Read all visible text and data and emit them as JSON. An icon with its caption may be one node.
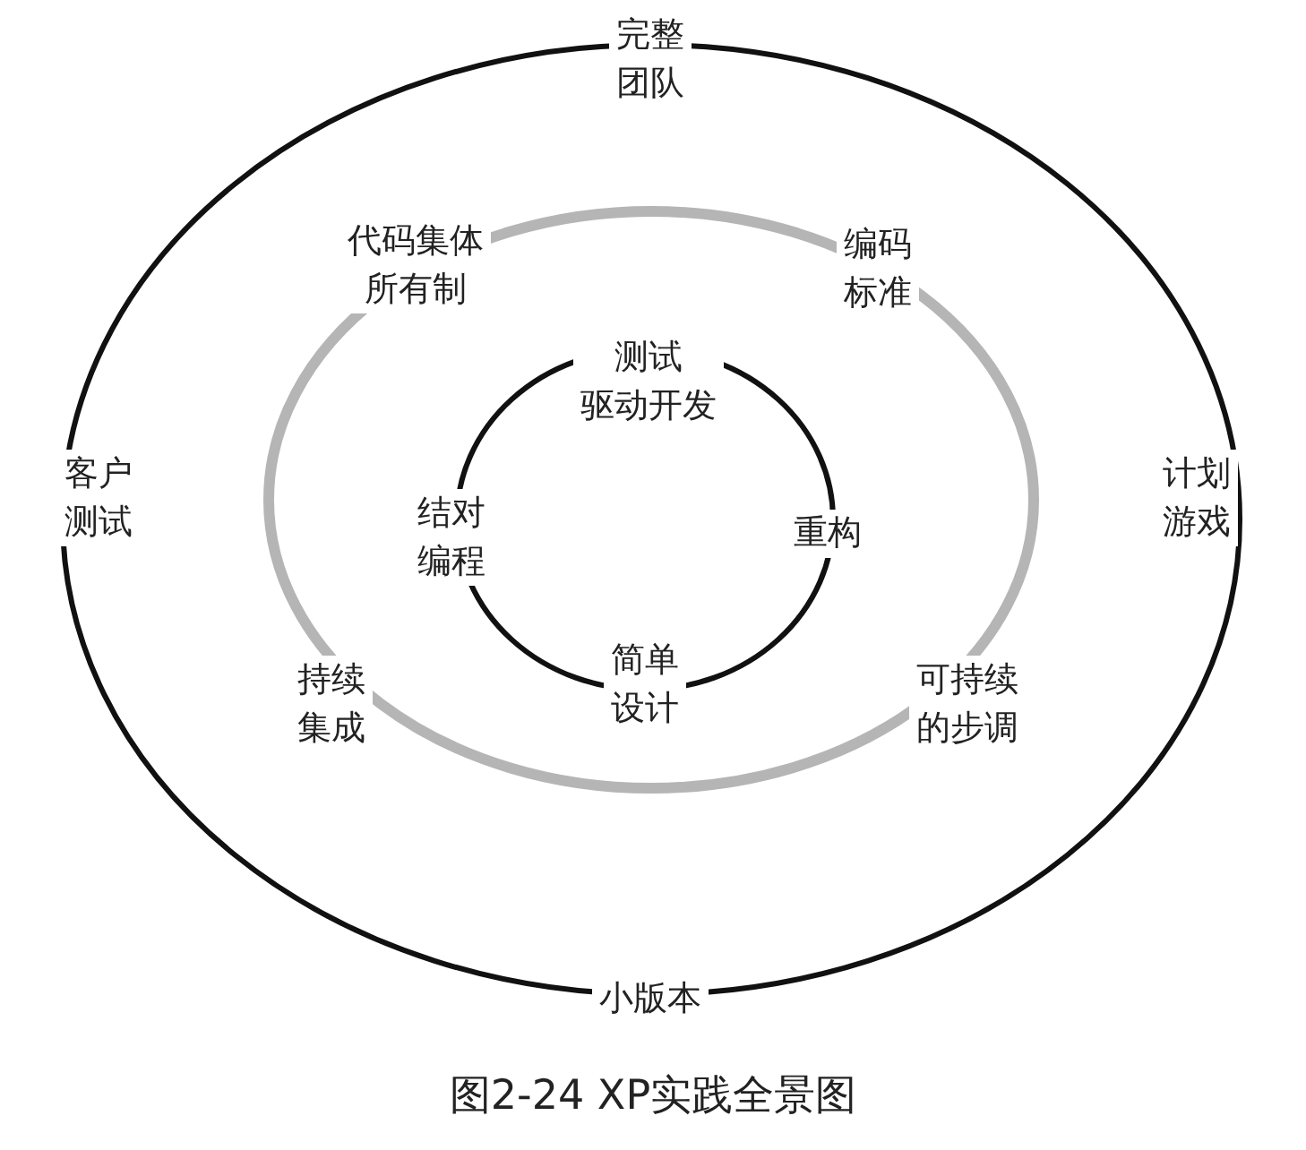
{
  "diagram": {
    "caption": "图2-24 XP实践全景图",
    "nodes": [
      {
        "text": [
          "完整团队",
          "客户测试",
          "计划游戏",
          "小版本"
        ]
      },
      {
        "text": [
          "代码集体所有制",
          "编码标准",
          "持续集成",
          "可持续的步调"
        ],
        "in": 0
      },
      {
        "text": [
          "测试驱动开发",
          "结对编程",
          "重构",
          "简单设计"
        ],
        "in": 1
      }
    ]
  }
}
